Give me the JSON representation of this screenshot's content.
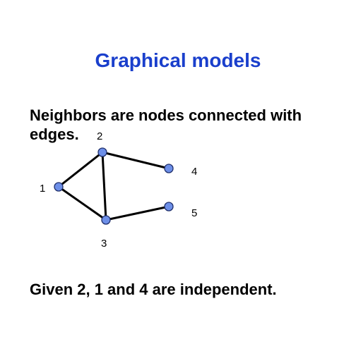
{
  "slide": {
    "title": "Graphical models",
    "text_line_1": "Neighbors are nodes connected with",
    "text_line_2": "edges.",
    "caption": "Given 2, 1 and 4 are independent."
  },
  "graph": {
    "node_color": "#6d8fe8",
    "node_stroke": "#1f2f6b",
    "edge_color": "#000000",
    "nodes": [
      {
        "id": "1",
        "label": "1"
      },
      {
        "id": "2",
        "label": "2"
      },
      {
        "id": "3",
        "label": "3"
      },
      {
        "id": "4",
        "label": "4"
      },
      {
        "id": "5",
        "label": "5"
      }
    ],
    "edges": [
      {
        "from": "2",
        "to": "1"
      },
      {
        "from": "2",
        "to": "4"
      },
      {
        "from": "2",
        "to": "3"
      },
      {
        "from": "1",
        "to": "3"
      },
      {
        "from": "3",
        "to": "5"
      }
    ]
  }
}
